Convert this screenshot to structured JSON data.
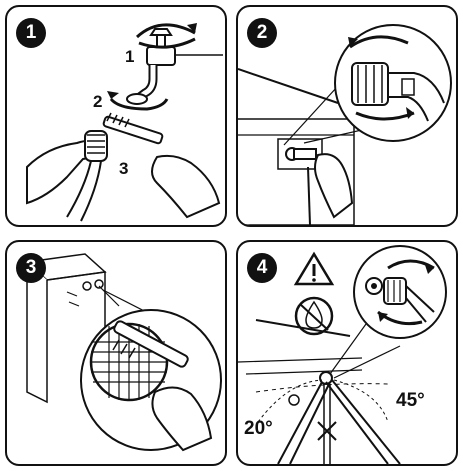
{
  "panels": [
    {
      "number": "1",
      "labels": [
        "1",
        "2",
        "3"
      ]
    },
    {
      "number": "2"
    },
    {
      "number": "3"
    },
    {
      "number": "4",
      "angles": [
        "20°",
        "45°"
      ]
    }
  ]
}
